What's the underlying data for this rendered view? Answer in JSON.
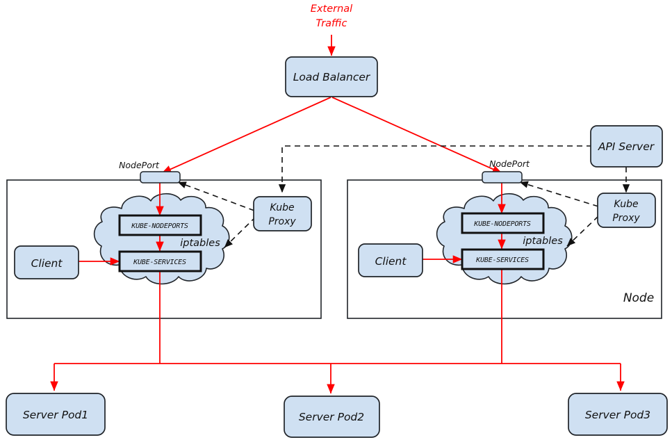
{
  "diagram": {
    "title": "Kubernetes NodePort / iptables traffic flow",
    "colors": {
      "node_fill": "#ffffff",
      "box_fill": "#cfe0f2",
      "box_stroke": "#1f2328",
      "cloud_fill": "#cfe0f2",
      "chain_fill": "#cfe0f2",
      "chain_stroke": "#111111",
      "traffic_arrow": "#ff0000",
      "control_arrow": "#111111",
      "external_text": "#ff0000"
    },
    "external_traffic": {
      "line1": "External",
      "line2": "Traffic"
    },
    "load_balancer": {
      "label": "Load Balancer"
    },
    "api_server": {
      "label": "API Server"
    },
    "nodes": [
      {
        "id": "node-left",
        "node_label": "",
        "nodeport_label": "NodePort",
        "client_label": "Client",
        "kube_proxy": {
          "line1": "Kube",
          "line2": "Proxy"
        },
        "cloud_label": "iptables",
        "chains": [
          {
            "label": "KUBE-NODEPORTS"
          },
          {
            "label": "KUBE-SERVICES"
          }
        ]
      },
      {
        "id": "node-right",
        "node_label": "Node",
        "nodeport_label": "NodePort",
        "client_label": "Client",
        "kube_proxy": {
          "line1": "Kube",
          "line2": "Proxy"
        },
        "cloud_label": "iptables",
        "chains": [
          {
            "label": "KUBE-NODEPORTS"
          },
          {
            "label": "KUBE-SERVICES"
          }
        ]
      }
    ],
    "pods": [
      {
        "label": "Server Pod1"
      },
      {
        "label": "Server Pod2"
      },
      {
        "label": "Server Pod3"
      }
    ]
  }
}
